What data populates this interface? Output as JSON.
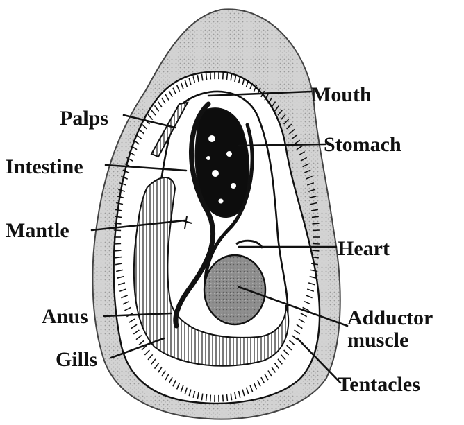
{
  "diagram": {
    "colors": {
      "shell": "#cfcfcf",
      "line": "#111111",
      "gut": "#0d0d0d",
      "muscle": "#8c8c8c",
      "background": "#ffffff"
    },
    "labels": {
      "mouth": "Mouth",
      "palps": "Palps",
      "stomach": "Stomach",
      "intestine": "Intestine",
      "mantle": "Mantle",
      "heart": "Heart",
      "anus": "Anus",
      "adductor_line1": "Adductor",
      "adductor_line2": "muscle",
      "gills": "Gills",
      "tentacles": "Tentacles"
    }
  }
}
